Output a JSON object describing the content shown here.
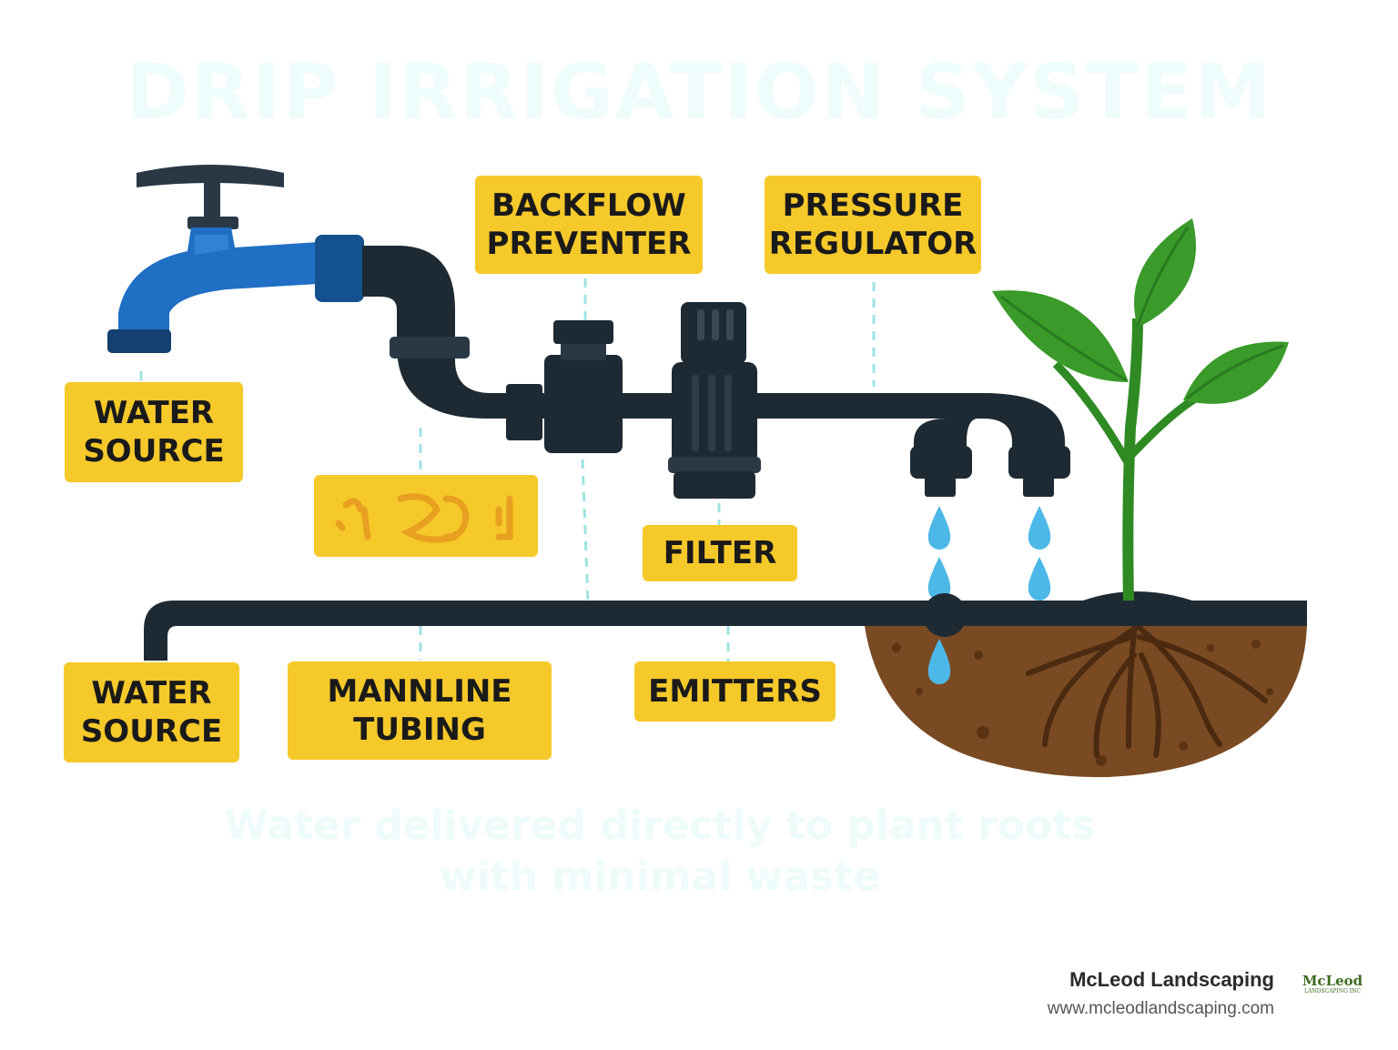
{
  "title": "DRIP IRRIGATION SYSTEM",
  "subtitle": "Water delivered directly to plant roots with minimal waste",
  "labels": {
    "water_source_top": "WATER\nSOURCE",
    "backflow_preventer": "BACKFLOW\nPREVENTER",
    "pressure_regulator": "PRESSURE\nREGULATOR",
    "filter": "FILTER",
    "water_source_bottom": "WATER\nSOURCE",
    "mainline_tubing": "MANNLINE\nTUBING",
    "emitters": "EMITTERS"
  },
  "footer": {
    "company": "McLeod Landscaping",
    "url": "www.mcleodlandscaping.com",
    "logo_text": "McLeod",
    "logo_sub": "LANDSCAPING INC"
  },
  "colors": {
    "label_bg": "#f6c92a",
    "pipe": "#1e2a33",
    "faucet": "#1f6fc4",
    "water": "#4cb8e8",
    "leaf": "#3a9a2a",
    "soil": "#7a4a22",
    "leader": "#9fe3e3"
  }
}
